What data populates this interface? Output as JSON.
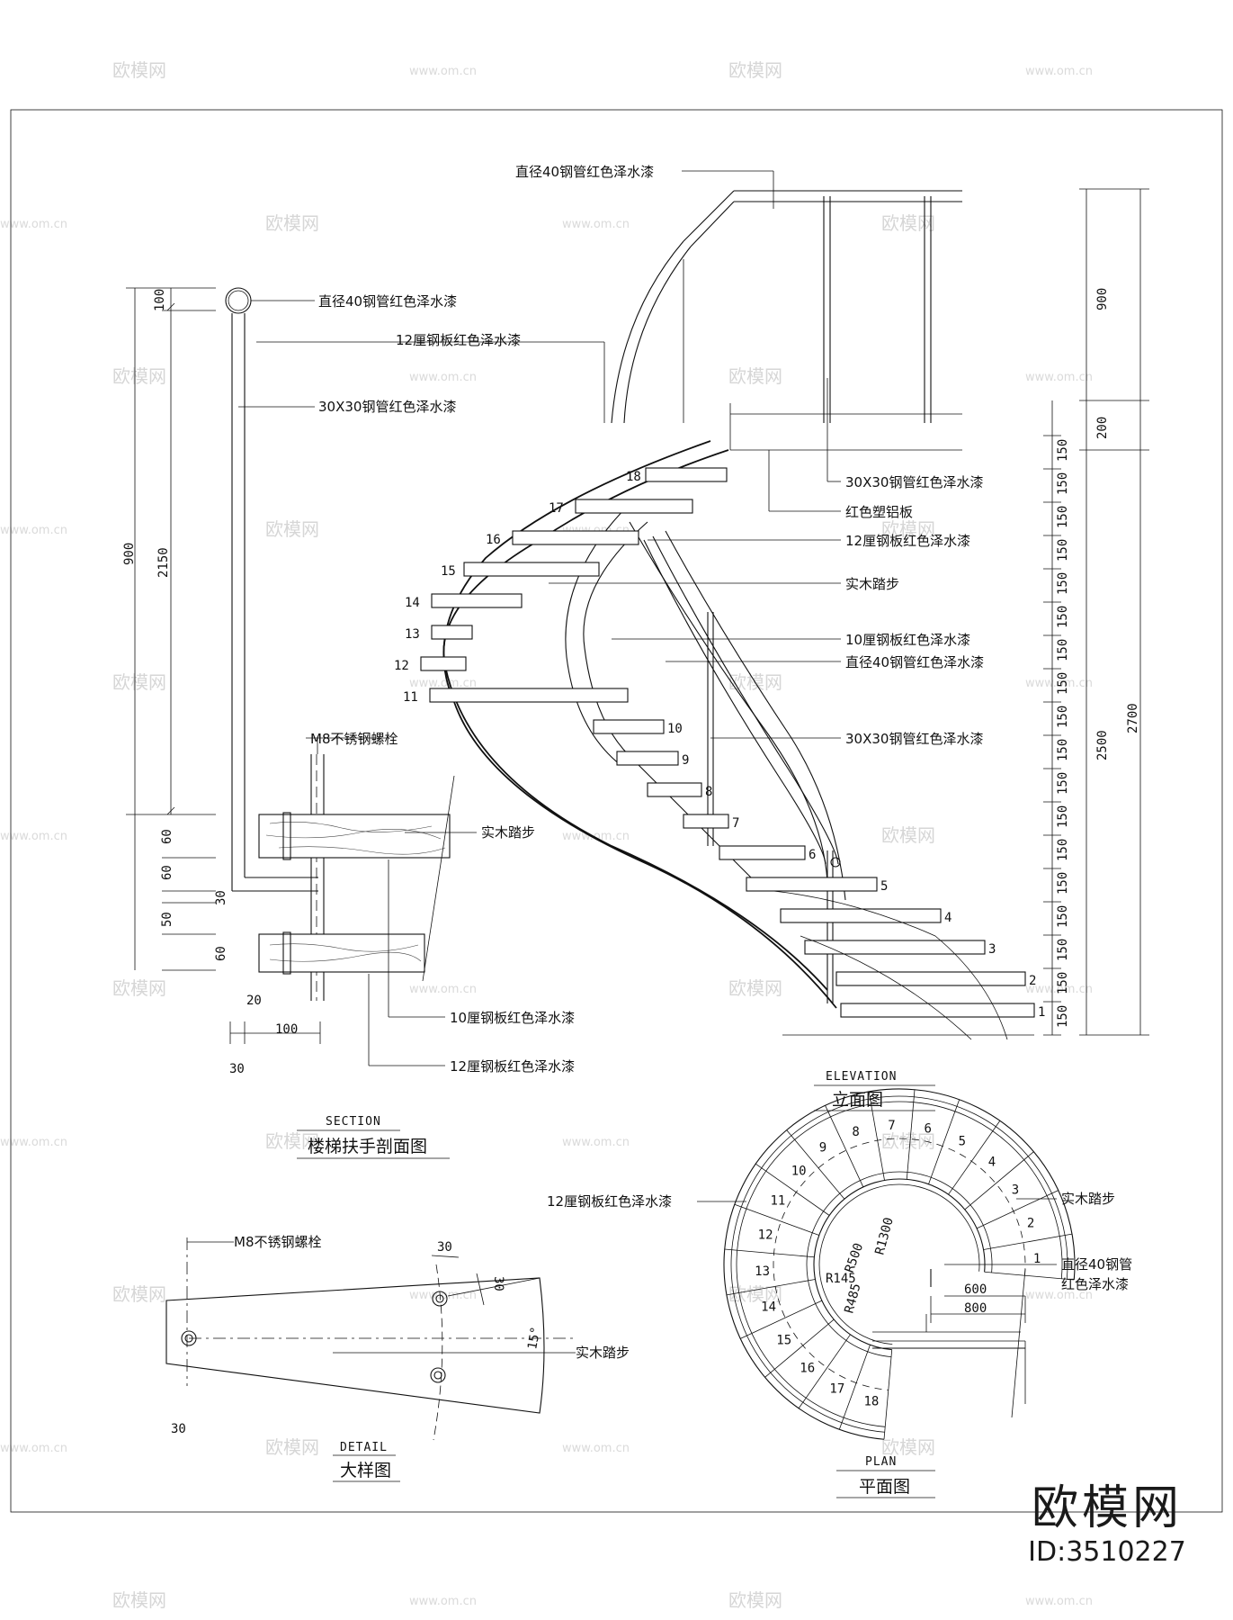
{
  "watermark": {
    "brand": "欧模网",
    "url": "www.om.cn"
  },
  "logo": {
    "brand": "欧模网",
    "id": "ID:3510227"
  },
  "section": {
    "title_en": "SECTION",
    "title_cn": "楼梯扶手剖面图",
    "labels": {
      "handrail": "直径40钢管红色泽水漆",
      "steel12": "12厘钢板红色泽水漆",
      "post": "30X30钢管红色泽水漆",
      "bolt": "M8不锈钢螺栓",
      "tread": "实木踏步",
      "steel10": "10厘钢板红色泽水漆",
      "steel12b": "12厘钢板红色泽水漆"
    },
    "dims": {
      "d100": "100",
      "d900": "900",
      "d2150": "2150",
      "d60a": "60",
      "d60b": "60",
      "d50": "50",
      "d60c": "60",
      "d30v": "30",
      "d20": "20",
      "d100b": "100",
      "d30h": "30"
    }
  },
  "elevation": {
    "title_en": "ELEVATION",
    "title_cn": "立面图",
    "labels": {
      "top_handrail": "直径40钢管红色泽水漆",
      "post": "30X30钢管红色泽水漆",
      "plastic": "红色塑铝板",
      "steel12": "12厘钢板红色泽水漆",
      "tread": "实木踏步",
      "steel10": "10厘钢板红色泽水漆",
      "handrail": "直径40钢管红色泽水漆",
      "post2": "30X30钢管红色泽水漆"
    },
    "step_numbers": [
      "1",
      "2",
      "3",
      "4",
      "5",
      "6",
      "7",
      "8",
      "9",
      "10",
      "11",
      "12",
      "13",
      "14",
      "15",
      "16",
      "17",
      "18"
    ],
    "riser_dim": "150",
    "dims": {
      "d900": "900",
      "d200": "200",
      "d2500": "2500",
      "d2700": "2700"
    }
  },
  "detail": {
    "title_en": "DETAIL",
    "title_cn": "大样图",
    "labels": {
      "bolt": "M8不锈钢螺栓",
      "tread": "实木踏步"
    },
    "dims": {
      "d30a": "30",
      "d30b": "30",
      "angle": "15°",
      "d30c": "30"
    }
  },
  "plan": {
    "title_en": "PLAN",
    "title_cn": "平面图",
    "labels": {
      "steel12": "12厘钢板红色泽水漆",
      "tread": "实木踏步",
      "handrail_1": "直径40钢管",
      "handrail_2": "红色泽水漆"
    },
    "radii": {
      "r500": "R500",
      "r1300": "R1300",
      "r145": "R145",
      "r485": "R485"
    },
    "dims": {
      "d600": "600",
      "d800": "800"
    },
    "step_numbers": [
      "1",
      "2",
      "3",
      "4",
      "5",
      "6",
      "7",
      "8",
      "9",
      "10",
      "11",
      "12",
      "13",
      "14",
      "15",
      "16",
      "17",
      "18"
    ]
  }
}
